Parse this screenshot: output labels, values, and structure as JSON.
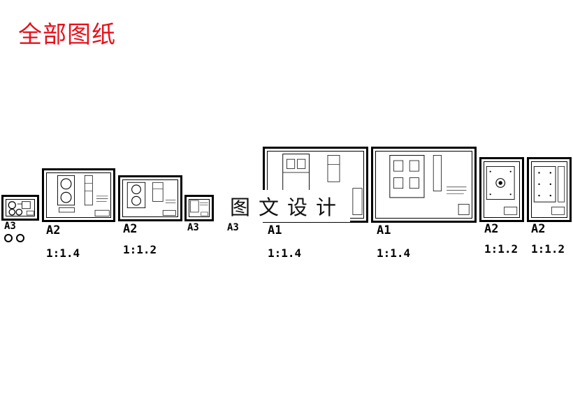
{
  "header": {
    "title": "全部图纸"
  },
  "watermark": "图文设计",
  "sheets": [
    {
      "size": "A3",
      "scale": ""
    },
    {
      "size": "A2",
      "scale": "1:1.4"
    },
    {
      "size": "A2",
      "scale": "1:1.2"
    },
    {
      "size": "A3",
      "scale": ""
    },
    {
      "size": "A3",
      "scale": ""
    },
    {
      "size": "A1",
      "scale": "1:1.4"
    },
    {
      "size": "A1",
      "scale": "1:1.4"
    },
    {
      "size": "A2",
      "scale": "1:1.2"
    },
    {
      "size": "A2",
      "scale": "1:1.2"
    }
  ],
  "icons": [
    "circle-icon",
    "circle-icon"
  ]
}
